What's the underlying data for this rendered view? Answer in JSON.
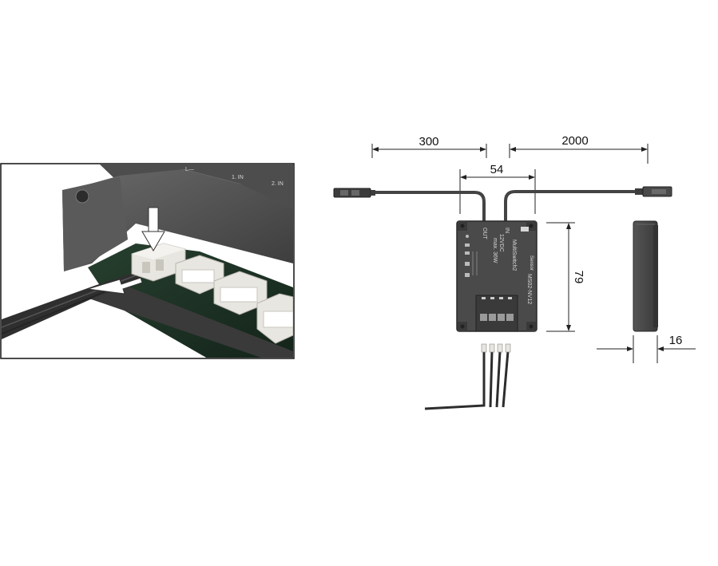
{
  "dimensions": {
    "cable_out_length": "300",
    "cable_in_length": "2000",
    "input_spacing": "54",
    "height": "79",
    "thickness": "16"
  },
  "device": {
    "label_out": "OUT",
    "label_in": "IN",
    "voltage": "12VDC",
    "power": "max. 36W",
    "model_name": "MultiSwitch2",
    "model_code": "MS02-NV12",
    "sensor_label": "Sensor"
  },
  "colors": {
    "housing": "#4a4a4a",
    "housing_dark": "#3a3a3a",
    "cable": "#444444",
    "pcb": "#1e3526",
    "connector": "#e8e6e0",
    "arrow": "#ffffff"
  }
}
